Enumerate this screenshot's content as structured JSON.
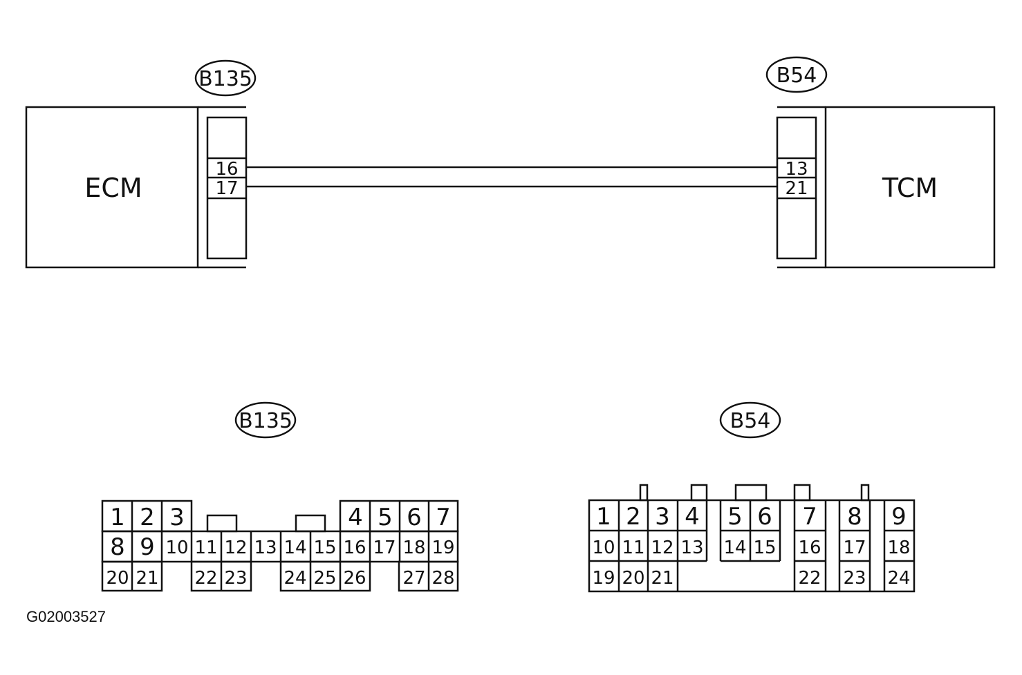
{
  "diagram": {
    "ecm": {
      "label": "ECM",
      "connector": "B135",
      "pins": [
        "16",
        "17"
      ]
    },
    "tcm": {
      "label": "TCM",
      "connector": "B54",
      "pins": [
        "13",
        "21"
      ]
    },
    "b135_face": {
      "tag": "B135",
      "row1": [
        "1",
        "2",
        "3",
        "4",
        "5",
        "6",
        "7"
      ],
      "row2": [
        "8",
        "9",
        "10",
        "11",
        "12",
        "13",
        "14",
        "15",
        "16",
        "17",
        "18",
        "19"
      ],
      "row3": [
        "20",
        "21",
        "22",
        "23",
        "24",
        "25",
        "26",
        "27",
        "28"
      ]
    },
    "b54_face": {
      "tag": "B54",
      "row1": [
        "1",
        "2",
        "3",
        "4",
        "5",
        "6",
        "7",
        "8",
        "9"
      ],
      "row2": [
        "10",
        "11",
        "12",
        "13",
        "14",
        "15",
        "16",
        "17",
        "18"
      ],
      "row3": [
        "19",
        "20",
        "21",
        "22",
        "23",
        "24"
      ]
    },
    "figure_code": "G02003527"
  }
}
